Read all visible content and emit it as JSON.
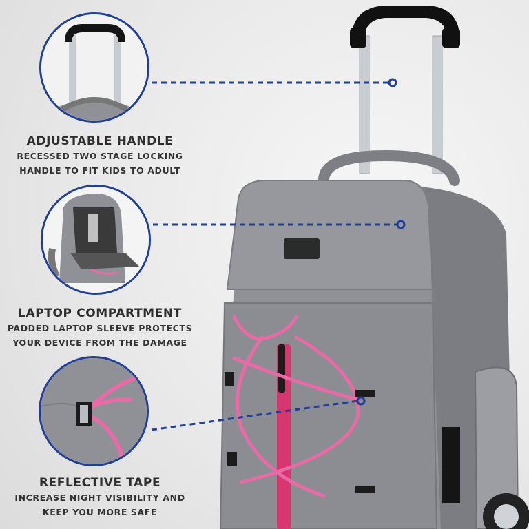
{
  "features": [
    {
      "title": "Adjustable Handle",
      "description_lines": [
        "Recessed two stage locking",
        "handle to fit kids to adult"
      ],
      "detail_image": "handle-closeup"
    },
    {
      "title": "Laptop Compartment",
      "description_lines": [
        "Padded laptop sleeve protects",
        "your device from the damage"
      ],
      "detail_image": "laptop-compartment-closeup"
    },
    {
      "title": "Reflective Tape",
      "description_lines": [
        "Increase night visibility and",
        "keep you more safe"
      ],
      "detail_image": "reflective-tape-closeup"
    }
  ],
  "colors": {
    "accent_blue": "#1f3f9a",
    "bag_gray": "#8f9196",
    "bungee_pink": "#e96aa6",
    "zipper_pink": "#e0407f",
    "text": "#2e2e2e"
  }
}
